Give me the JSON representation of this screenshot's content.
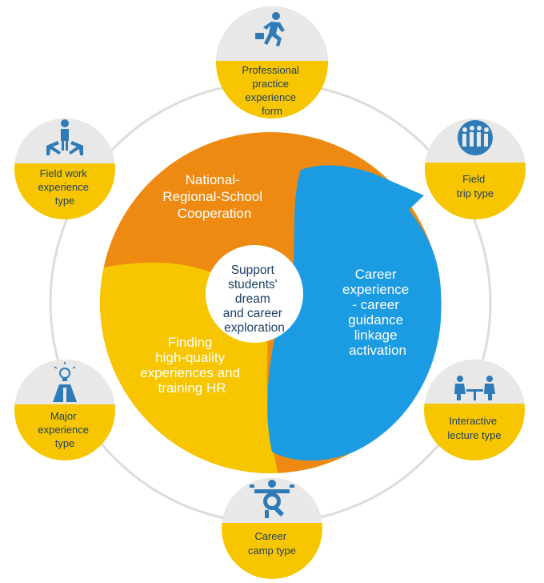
{
  "center": {
    "lines": [
      "Support",
      "students'",
      "dream",
      "and career",
      "exploration"
    ]
  },
  "segments": [
    {
      "id": "cooperation",
      "lines": [
        "National-",
        "Regional-School",
        "Cooperation"
      ]
    },
    {
      "id": "linkage",
      "lines": [
        "Career",
        "experience",
        "- career",
        "guidance",
        "linkage",
        "activation"
      ]
    },
    {
      "id": "training",
      "lines": [
        "Finding",
        "high-quality",
        "experiences and",
        "training HR"
      ]
    }
  ],
  "nodes": [
    {
      "id": "professional-practice",
      "icon": "runner-icon",
      "lines": [
        "Professional",
        "practice",
        "experience",
        "form"
      ]
    },
    {
      "id": "field-trip",
      "icon": "group-of-people-icon",
      "lines": [
        "Field",
        "trip type"
      ]
    },
    {
      "id": "interactive-lecture",
      "icon": "meeting-table-icon",
      "lines": [
        "Interactive",
        "lecture type"
      ]
    },
    {
      "id": "career-camp",
      "icon": "person-magnifier-icon",
      "lines": [
        "Career",
        "camp type"
      ]
    },
    {
      "id": "major-experience",
      "icon": "idea-lightbulb-icon",
      "lines": [
        "Major",
        "experience",
        "type"
      ]
    },
    {
      "id": "field-work",
      "icon": "crossroads-person-icon",
      "lines": [
        "Field work",
        "experience",
        "type"
      ]
    }
  ],
  "colors": {
    "orange": "#ee8a12",
    "yellow": "#f7c600",
    "blue": "#1a9be2",
    "node_yellow": "#f7c600",
    "node_gray": "#e8e8e8",
    "ring": "#d9d9d9",
    "center_text": "#1c3f66",
    "icon": "#2e7bb8"
  }
}
